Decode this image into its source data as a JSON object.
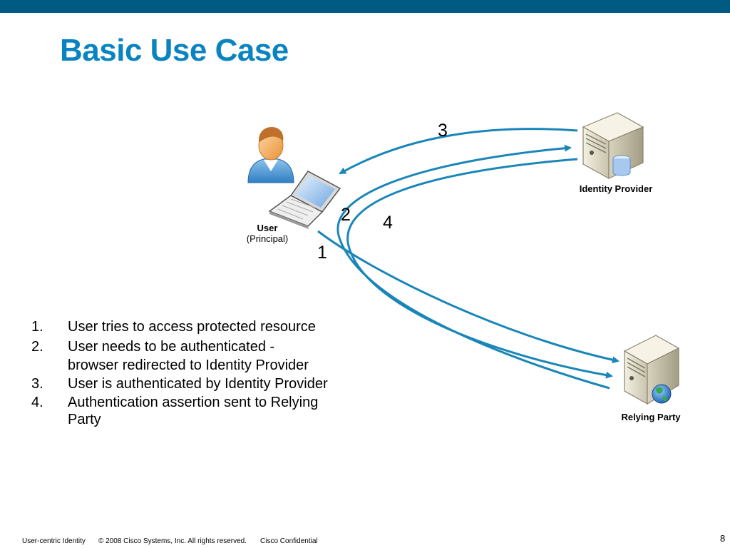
{
  "title": "Basic Use Case",
  "colors": {
    "top_bar": "#005a82",
    "title": "#0a84c0",
    "arrow": "#1a86b8"
  },
  "nodes": {
    "user": {
      "label": "User",
      "sublabel": "(Principal)",
      "icons": [
        "person-icon",
        "laptop-icon"
      ]
    },
    "identity_provider": {
      "label": "Identity Provider",
      "icon": "server-database-icon"
    },
    "relying_party": {
      "label": "Relying Party",
      "icon": "server-globe-icon"
    }
  },
  "arrow_labels": [
    "1",
    "2",
    "3",
    "4"
  ],
  "steps": [
    {
      "number": "1.",
      "text": "User tries to access protected resource"
    },
    {
      "number": "2.",
      "text": "User needs to be authenticated -",
      "text2": "browser redirected to Identity Provider"
    },
    {
      "number": "3.",
      "text": "User is authenticated by Identity Provider"
    },
    {
      "number": "4.",
      "text": "Authentication assertion sent to Relying Party"
    }
  ],
  "footer": {
    "left": "User-centric Identity",
    "copyright": "© 2008 Cisco Systems, Inc. All rights reserved.",
    "confidential": "Cisco Confidential",
    "page_number": "8"
  }
}
